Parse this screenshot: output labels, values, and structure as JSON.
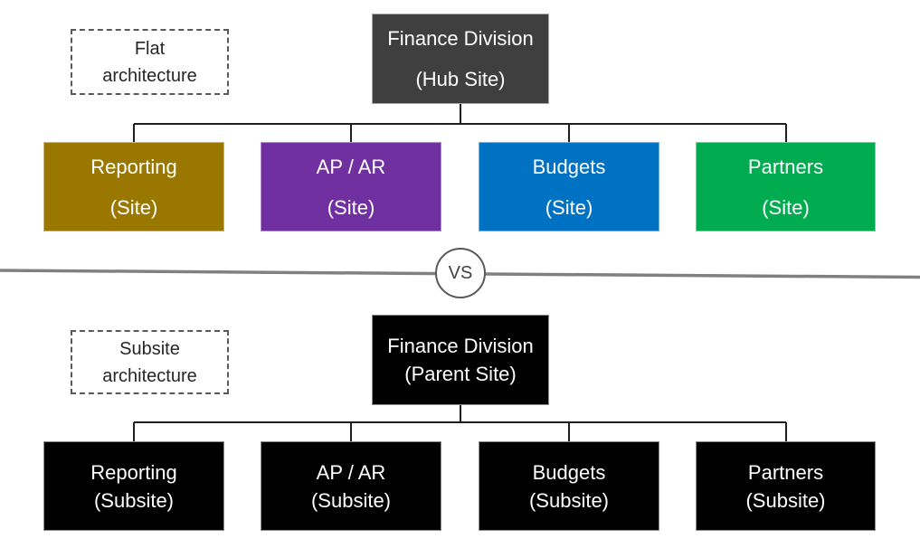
{
  "flat": {
    "label": {
      "line1": "Flat",
      "line2": "architecture"
    },
    "root": {
      "line1": "Finance Division",
      "line2": "(Hub Site)",
      "bg": "#3F3F3F"
    },
    "children": [
      {
        "line1": "Reporting",
        "line2": "(Site)",
        "bg": "#9A7800"
      },
      {
        "line1": "AP / AR",
        "line2": "(Site)",
        "bg": "#7030A0"
      },
      {
        "line1": "Budgets",
        "line2": "(Site)",
        "bg": "#0072C4"
      },
      {
        "line1": "Partners",
        "line2": "(Site)",
        "bg": "#00AC4F"
      }
    ]
  },
  "divider": {
    "vs_label": "VS",
    "line_color": "#808080"
  },
  "subsite": {
    "label": {
      "line1": "Subsite",
      "line2": "architecture"
    },
    "root": {
      "line1": "Finance Division",
      "line2": "(Parent Site)",
      "bg": "#000000"
    },
    "children": [
      {
        "line1": "Reporting",
        "line2": "(Subsite)",
        "bg": "#000000"
      },
      {
        "line1": "AP / AR",
        "line2": "(Subsite)",
        "bg": "#000000"
      },
      {
        "line1": "Budgets",
        "line2": "(Subsite)",
        "bg": "#000000"
      },
      {
        "line1": "Partners",
        "line2": "(Subsite)",
        "bg": "#000000"
      }
    ]
  },
  "connector_color": "#1f1f1f"
}
